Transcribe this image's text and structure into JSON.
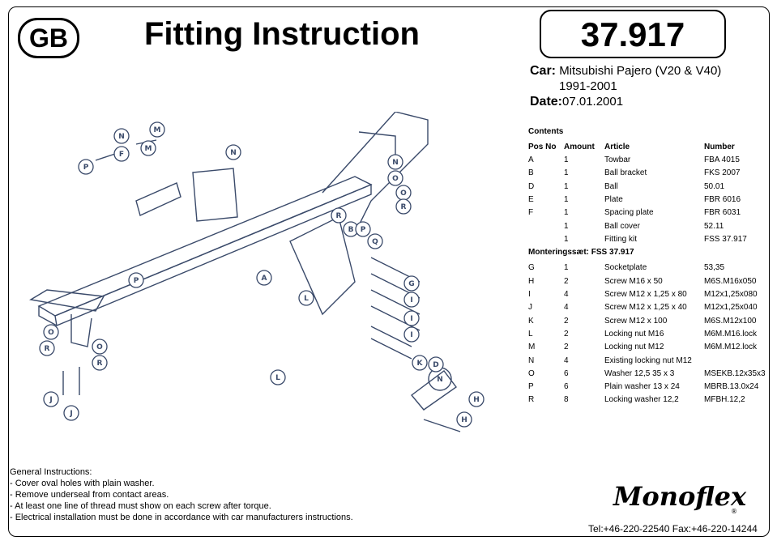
{
  "header": {
    "country_badge": "GB",
    "title": "Fitting Instruction",
    "number": "37.917",
    "car_label": "Car:",
    "car_value": "Mitsubishi Pajero (V20 & V40)",
    "years": "1991-2001",
    "date_label": "Date:",
    "date_value": "07.01.2001"
  },
  "contents": {
    "heading": "Contents",
    "columns": [
      "Pos No",
      "Amount",
      "Article",
      "Number"
    ],
    "rows": [
      [
        "A",
        "1",
        "Towbar",
        "FBA 4015"
      ],
      [
        "B",
        "1",
        "Ball bracket",
        "FKS 2007"
      ],
      [
        "D",
        "1",
        "Ball",
        "50.01"
      ],
      [
        "E",
        "1",
        "Plate",
        "FBR 6016"
      ],
      [
        "F",
        "1",
        "Spacing plate",
        "FBR 6031"
      ],
      [
        "",
        "1",
        "Ball cover",
        "52.11"
      ],
      [
        "",
        "1",
        "Fitting kit",
        "FSS 37.917"
      ]
    ],
    "kit_heading": "Monteringssæt:  FSS  37.917",
    "kit_rows": [
      [
        "G",
        "1",
        "Socketplate",
        "53,35"
      ],
      [
        "H",
        "2",
        "Screw M16 x 50",
        "M6S.M16x050"
      ],
      [
        "I",
        "4",
        "Screw M12 x 1,25 x 80",
        "M12x1,25x080"
      ],
      [
        "J",
        "4",
        "Screw M12 x 1,25 x 40",
        "M12x1,25x040"
      ],
      [
        "K",
        "2",
        "Screw M12 x 100",
        "M6S.M12x100"
      ],
      [
        "L",
        "2",
        "Locking nut M16",
        "M6M.M16.lock"
      ],
      [
        "M",
        "2",
        "Locking nut M12",
        "M6M.M12.lock"
      ],
      [
        "N",
        "4",
        "Existing  locking nut M12",
        ""
      ],
      [
        "O",
        "6",
        "Washer 12,5 35 x 3",
        "MSEKB.12x35x3"
      ],
      [
        "P",
        "6",
        "Plain washer 13 x 24",
        "MBRB.13.0x24"
      ],
      [
        "R",
        "8",
        "Locking washer 12,2",
        "MFBH.12,2"
      ]
    ]
  },
  "general": {
    "heading": "General  Instructions:",
    "items": [
      "- Cover oval holes with plain washer.",
      "- Remove underseal from contact areas.",
      "- At least one line of thread must show on each screw after torque.",
      "- Electrical installation must be done in accordance with car manufacturers instructions."
    ]
  },
  "brand": {
    "logo_text": "Monoflex"
  },
  "contact": {
    "tel": "Tel:+46-220-22540  Fax:+46-220-14244"
  },
  "drawing_labels": [
    "N",
    "N",
    "M",
    "P",
    "F",
    "N",
    "M",
    "N",
    "O",
    "O",
    "R",
    "R",
    "B",
    "P",
    "A",
    "L",
    "G",
    "I",
    "I",
    "I",
    "K",
    "D",
    "H",
    "H",
    "L",
    "O",
    "R",
    "J",
    "O",
    "R",
    "J",
    "P",
    "Q"
  ]
}
